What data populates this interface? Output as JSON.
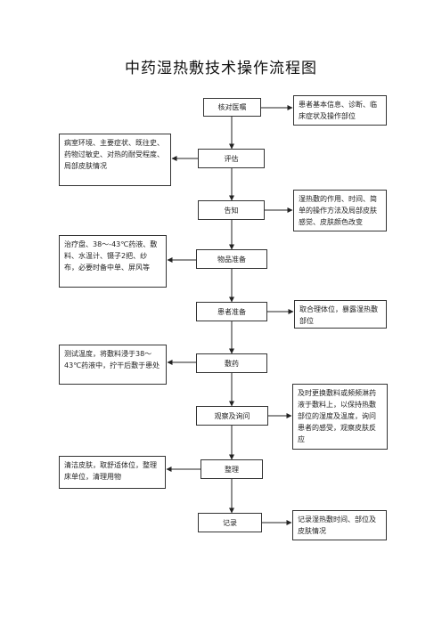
{
  "title": "中药湿热敷技术操作流程图",
  "steps": [
    {
      "label": "核对医嘱"
    },
    {
      "label": "评估"
    },
    {
      "label": "告知"
    },
    {
      "label": "物品准备"
    },
    {
      "label": "患者准备"
    },
    {
      "label": "敷药"
    },
    {
      "label": "观察及询问"
    },
    {
      "label": "整理"
    },
    {
      "label": "记录"
    }
  ],
  "notes": {
    "verify": "患者基本信息、诊断、临床症状及操作部位",
    "assess": "病室环境、主要症状、既往史、药物过敏史、对热的耐受程度、局部皮肤情况",
    "inform": "湿热敷的作用、时间、简单的操作方法及局部皮肤感觉、皮肤颜色改变",
    "items": "治疗盘、38～-43℃药液、敷料、水温计、镊子2把、纱布，必要时备中单、屏风等",
    "patient": "取合理体位，暴露湿热敷部位",
    "apply": "测试温度，将敷料浸于38～43℃药液中，拧干后敷于患处",
    "observe": "及时更换敷料或频频淋药液于敷料上，以保持热敷部位的湿度及温度，询问患者的感受，观察皮肤反应",
    "tidy": "清洁皮肤，取舒适体位，整理床单位，清理用物",
    "record": "记录湿热敷时间、部位及皮肤情况"
  }
}
